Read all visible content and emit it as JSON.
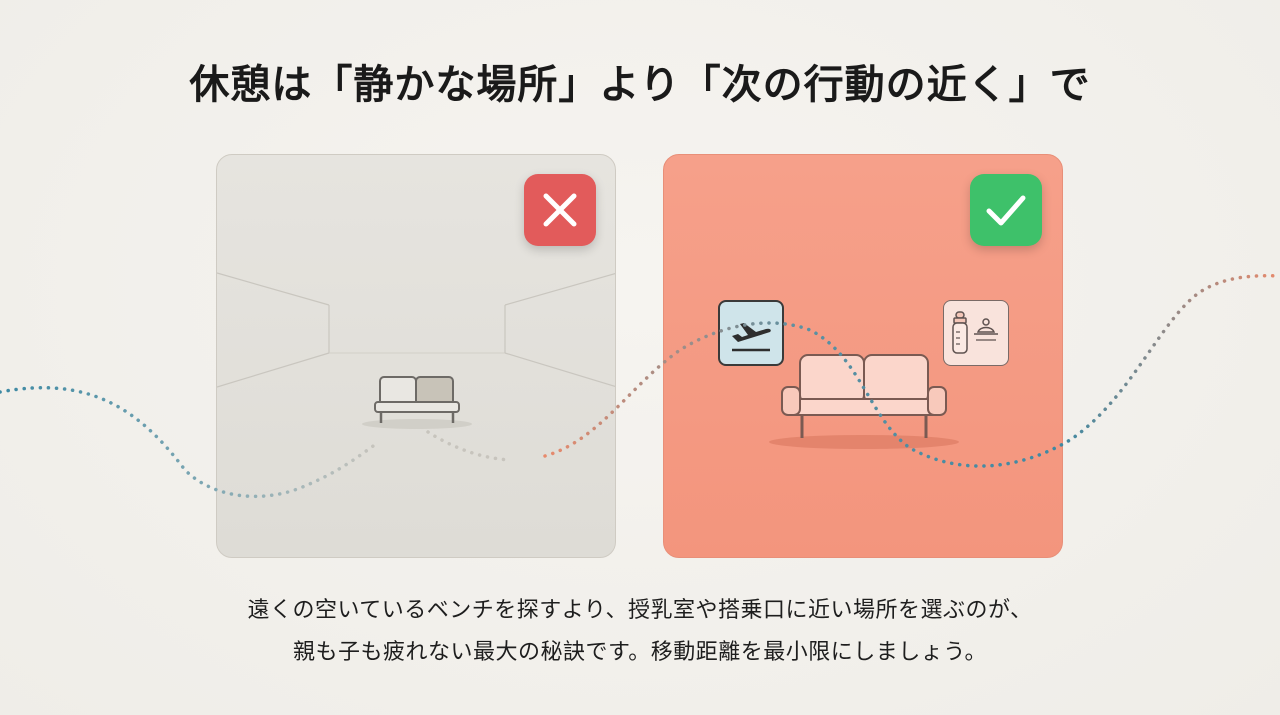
{
  "title": "休憩は「静かな場所」より「次の行動の近く」で",
  "panels": {
    "bad": {
      "badge_icon": "cross-icon",
      "badge_color": "#e25b5b",
      "panel_color": "#e3e1dc"
    },
    "good": {
      "badge_icon": "check-icon",
      "badge_color": "#3ec16a",
      "panel_color": "#f59c84"
    }
  },
  "icons": {
    "departure": "airplane-departure-icon",
    "nursing": "baby-bottle-icon",
    "sofa": "sofa-icon"
  },
  "caption": {
    "line1": "遠くの空いているベンチを探すより、授乳室や搭乗口に近い場所を選ぶのが、",
    "line2": "親も子も疲れない最大の秘訣です。移動距離を最小限にしましょう。"
  },
  "colors": {
    "blue_dots": "#3d89a3",
    "orange_dots": "#e88a6c"
  }
}
